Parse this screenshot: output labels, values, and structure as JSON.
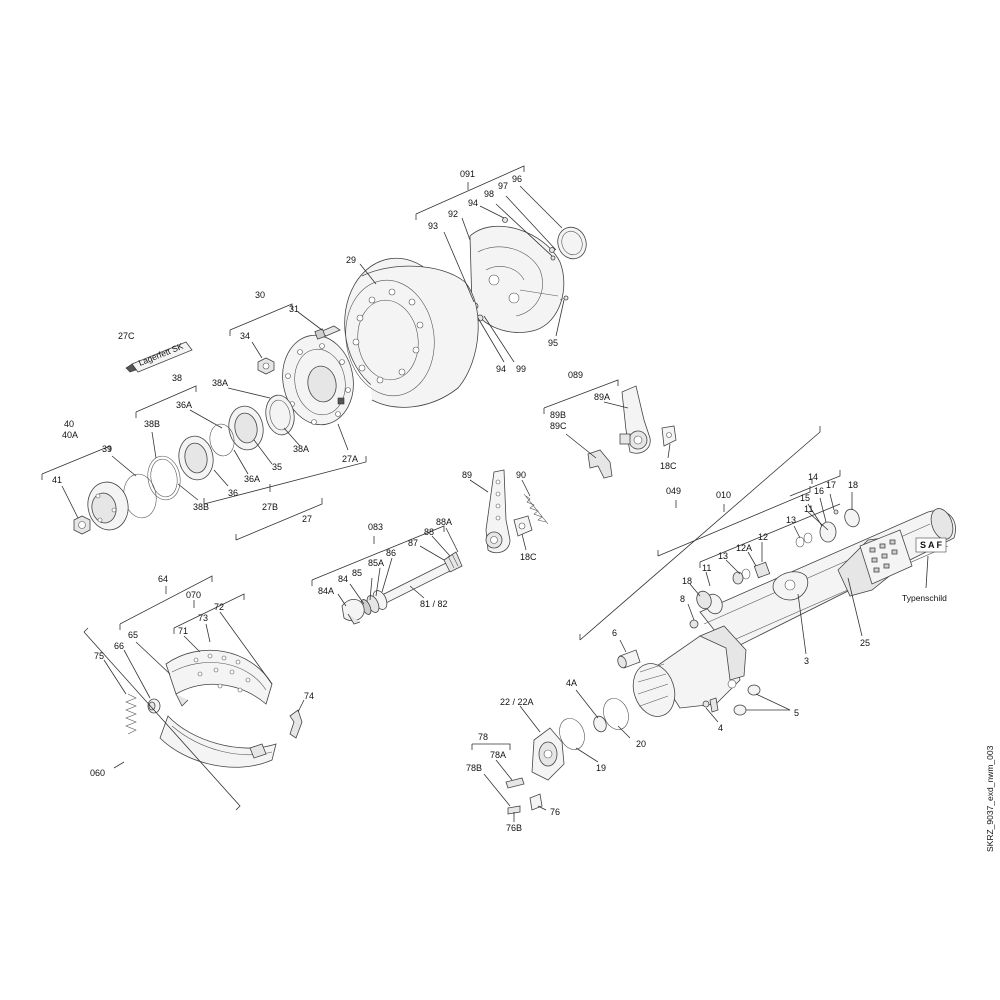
{
  "drawing_id": "SKRZ_9037_exd_nwm_003",
  "grease_tube_label": "Lagerfett SK",
  "nameplate_logo": "SAF",
  "labels": {
    "l_091": "091",
    "l_96": "96",
    "l_97": "97",
    "l_98": "98",
    "l_94a": "94",
    "l_92": "92",
    "l_93": "93",
    "l_29": "29",
    "l_95": "95",
    "l_94b": "94",
    "l_99": "99",
    "l_30": "30",
    "l_31": "31",
    "l_34": "34",
    "l_27C": "27C",
    "l_38": "38",
    "l_38A_t": "38A",
    "l_36A": "36A",
    "l_38B": "38B",
    "l_40": "40",
    "l_40A": "40A",
    "l_39": "39",
    "l_41": "41",
    "l_38B_b": "38B",
    "l_36": "36",
    "l_36A_b": "36A",
    "l_35": "35",
    "l_38A_b": "38A",
    "l_27A": "27A",
    "l_27B": "27B",
    "l_27": "27",
    "l_089": "089",
    "l_89B": "89B",
    "l_89C": "89C",
    "l_89A": "89A",
    "l_18C_a": "18C",
    "l_89": "89",
    "l_90": "90",
    "l_18C_b": "18C",
    "l_083": "083",
    "l_87": "87",
    "l_88": "88",
    "l_88A": "88A",
    "l_86": "86",
    "l_85A": "85A",
    "l_85": "85",
    "l_84": "84",
    "l_84A": "84A",
    "l_81_82": "81 / 82",
    "l_049": "049",
    "l_010": "010",
    "l_14": "14",
    "l_17": "17",
    "l_16": "16",
    "l_15": "15",
    "l_11a": "11",
    "l_18a": "18",
    "l_13a": "13",
    "l_12": "12",
    "l_12A": "12A",
    "l_13b": "13",
    "l_11b": "11",
    "l_18b": "18",
    "l_8": "8",
    "l_Typenschild": "Typenschild",
    "l_25": "25",
    "l_3": "3",
    "l_6": "6",
    "l_5": "5",
    "l_4": "4",
    "l_4A": "4A",
    "l_20": "20",
    "l_22_22A": "22 / 22A",
    "l_19": "19",
    "l_78": "78",
    "l_78A": "78A",
    "l_78B": "78B",
    "l_76": "76",
    "l_76B": "76B",
    "l_64": "64",
    "l_070": "070",
    "l_72": "72",
    "l_73": "73",
    "l_71": "71",
    "l_65": "65",
    "l_66": "66",
    "l_75": "75",
    "l_74": "74",
    "l_060": "060"
  }
}
